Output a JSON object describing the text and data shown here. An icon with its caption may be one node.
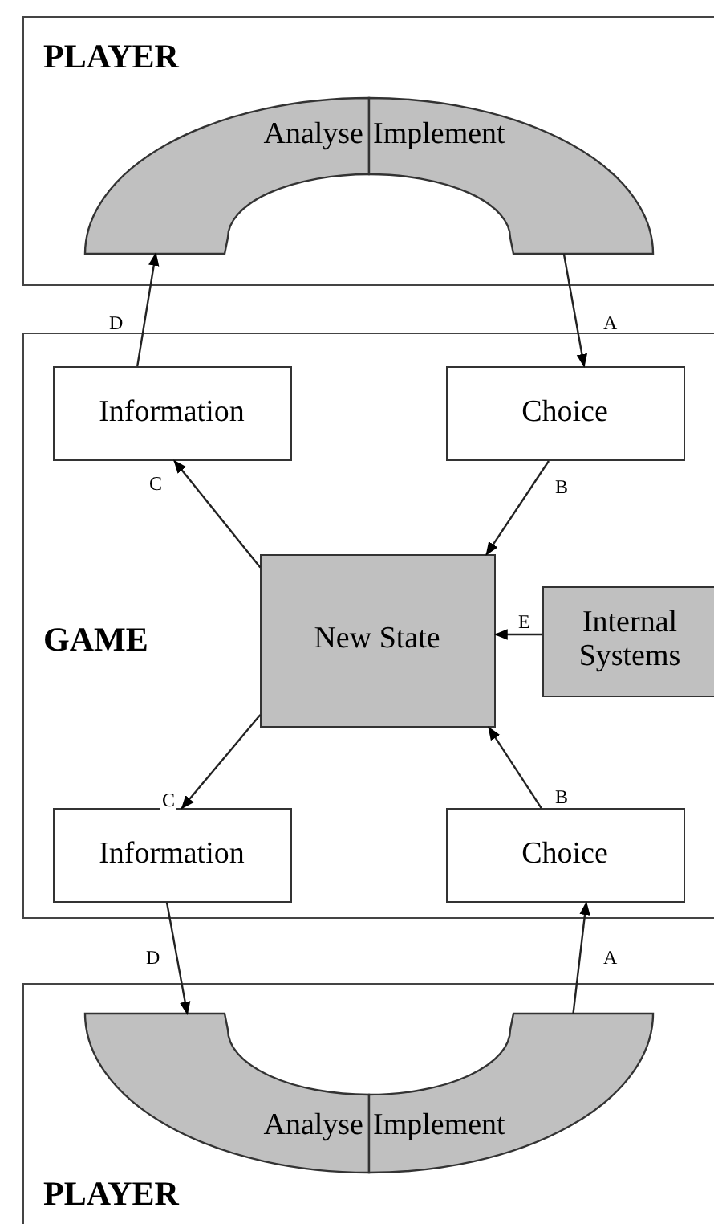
{
  "diagram": {
    "nodes": [
      {
        "text": [
          "PLAYER"
        ]
      },
      {
        "text": [
          "Analyse"
        ],
        "in": 0
      },
      {
        "text": [
          "Implement"
        ],
        "in": 0
      },
      {
        "text": [
          "GAME"
        ]
      },
      {
        "text": [
          "Information"
        ],
        "in": 3
      },
      {
        "text": [
          "Choice"
        ],
        "in": 3
      },
      {
        "text": [
          "New State"
        ],
        "in": 3
      },
      {
        "text": [
          "Internal Systems"
        ],
        "in": 3
      },
      {
        "text": [
          "Information"
        ],
        "in": 3
      },
      {
        "text": [
          "Choice"
        ],
        "in": 3
      },
      {
        "text": [
          "PLAYER"
        ]
      },
      {
        "text": [
          "Analyse"
        ],
        "in": 10
      },
      {
        "text": [
          "Implement"
        ],
        "in": 10
      }
    ],
    "edges": [
      {
        "from": 4,
        "to": 1,
        "arrow": "to",
        "label": "D"
      },
      {
        "from": 2,
        "to": 5,
        "arrow": "to",
        "label": "A"
      },
      {
        "from": 6,
        "to": 4,
        "arrow": "to",
        "label": "C"
      },
      {
        "from": 5,
        "to": 6,
        "arrow": "to",
        "label": "B"
      },
      {
        "from": 7,
        "to": 6,
        "arrow": "to",
        "label": "E"
      },
      {
        "from": 6,
        "to": 8,
        "arrow": "to",
        "label": "C"
      },
      {
        "from": 9,
        "to": 6,
        "arrow": "to",
        "label": "B"
      },
      {
        "from": 8,
        "to": 11,
        "arrow": "to",
        "label": "D"
      },
      {
        "from": 12,
        "to": 9,
        "arrow": "to",
        "label": "A"
      }
    ]
  }
}
